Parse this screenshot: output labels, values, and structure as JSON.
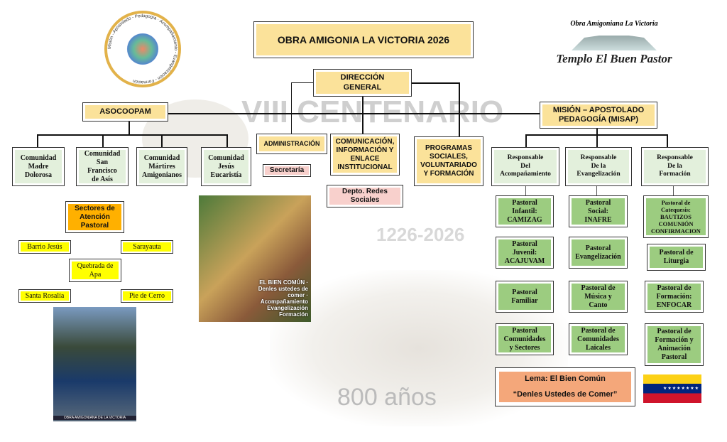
{
  "title": "OBRA AMIGONIA LA VICTORIA 2026",
  "watermarks": {
    "centenario": "VIII CENTENARIO",
    "years": "1226-2026",
    "anos": "800 años"
  },
  "logos": {
    "top_left": "Misión - Apostolado - Pedagogía · Acompañamiento - Evangelización - Formación",
    "top_right_top": "Obra Amigoniana La Victoria",
    "top_right_bottom": "Templo El Buen Pastor",
    "center_image": "EL BIEN COMÚN · Denles ustedes de comer · Acompañamiento Evangelización Formación",
    "bottom_image": "OBRA AMIGONIANA DE LA VICTORIA"
  },
  "direccion": "DIRECCIÓN\nGENERAL",
  "asocoopam": {
    "label": "ASOCOOPAM",
    "comunidades": [
      "Comunidad\nMadre\nDolorosa",
      "Comunidad\nSan\nFrancisco\nde Asís",
      "Comunidad\nMártires\nAmigonianos",
      "Comunidad\nJesús\nEucaristía"
    ]
  },
  "administracion": "ADMINISTRACIÓN",
  "secretaria": "Secretaría",
  "comunicacion": "COMUNICACIÓN,\nINFORMACIÓN Y\nENLACE\nINSTITUCIONAL",
  "redes": "Depto. Redes\nSociales",
  "programas": "PROGRAMAS\nSOCIALES,\nVOLUNTARIADO\nY FORMACIÓN",
  "misap": "MISIÓN – APOSTOLADO\nPEDAGOGÍA (MISAP)",
  "responsables": [
    "Responsable\nDel\nAcompañamiento",
    "Responsable\nDe la\nEvangelización",
    "Responsable\nDe la\nFormación"
  ],
  "pastorales": [
    [
      "Pastoral\nInfantil:\nCAMIZAG",
      "Pastoral\nJuvenil:\nACAJUVAM",
      "Pastoral\nFamiliar",
      "Pastoral\nComunidades\ny Sectores"
    ],
    [
      "Pastoral\nSocial:\nINAFRE",
      "Pastoral\nEvangelización",
      "Pastoral de\nMúsica y\nCanto",
      "Pastoral de\nComunidades\nLaicales"
    ],
    [
      "Pastoral de\nCatequesis:\nBAUTIZOS\nCOMUNIÓN\nCONFIRMACION",
      "Pastoral de\nLiturgia",
      "Pastoral de\nFormación:\nENFOCAR",
      "Pastoral de\nFormación y\nAnimación\nPastoral"
    ]
  ],
  "sectores": {
    "label": "Sectores de\nAtención\nPastoral",
    "items": [
      "Barrio Jesús",
      "Sarayauta",
      "Quebrada de\nApa",
      "Santa Rosalía",
      "Pie de Cerro"
    ]
  },
  "lema": {
    "line1": "Lema: El Bien Común",
    "line2": "“Denles Ustedes de Comer”"
  },
  "colors": {
    "yellow": "#fbe29a",
    "green": "#9ccc80",
    "pink": "#f8d0cc",
    "orange": "#ffb000",
    "lema": "#f4a77a"
  }
}
